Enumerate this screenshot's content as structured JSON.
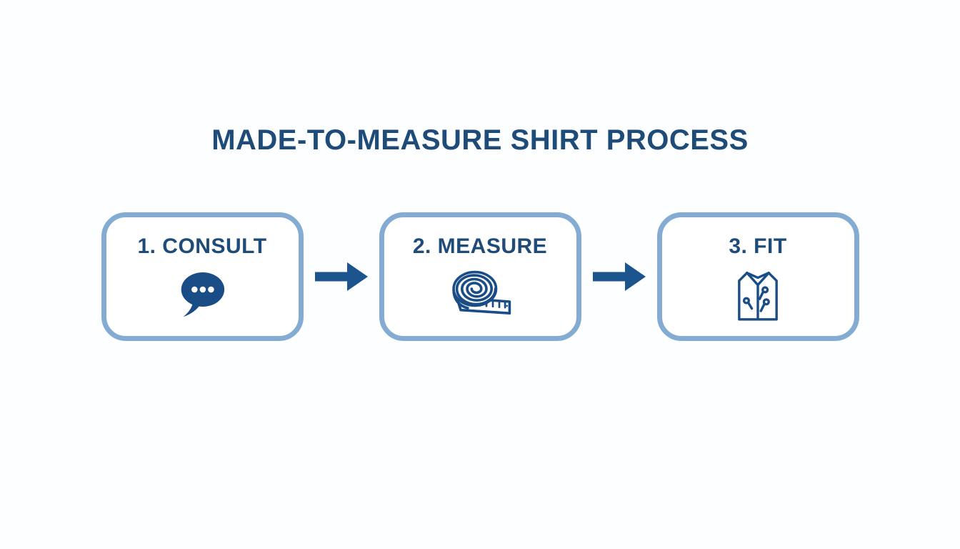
{
  "title": "MADE-TO-MEASURE SHIRT PROCESS",
  "colors": {
    "title_text": "#1E4B77",
    "step_label_text": "#1E4B77",
    "box_border": "#84ACD3",
    "box_background": "#FFFFFF",
    "icon": "#1A4C86",
    "arrow": "#1C548E",
    "page_background": "#FDFEFF"
  },
  "steps": [
    {
      "label": "1. CONSULT",
      "icon": "speech-bubble-icon"
    },
    {
      "label": "2. MEASURE",
      "icon": "tape-measure-icon"
    },
    {
      "label": "3. FIT",
      "icon": "shirt-icon"
    }
  ],
  "connectors": [
    {
      "type": "arrow-right"
    },
    {
      "type": "arrow-right"
    }
  ]
}
